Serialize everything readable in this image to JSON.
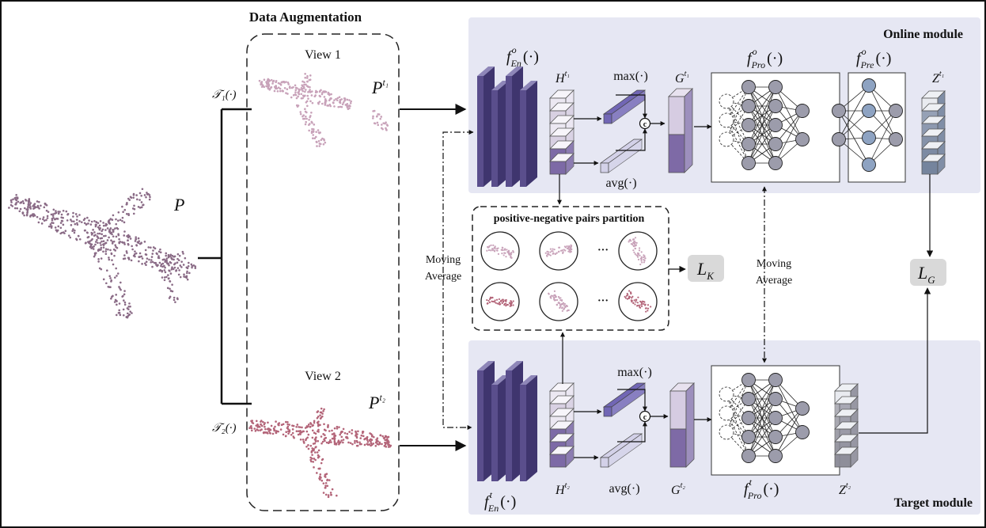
{
  "labels": {
    "data_augmentation": "Data Augmentation",
    "view1": "View 1",
    "view2": "View 2",
    "online_module": "Online module",
    "target_module": "Target module",
    "pairs_partition": "positive-negative pairs partition",
    "moving_average_line1": "Moving",
    "moving_average_line2": "Average",
    "max_op": "max(·)",
    "avg_op": "avg(·)",
    "ellipsis": "···",
    "concat_symbol": "c"
  },
  "symbols": {
    "P": "P",
    "P_t1": {
      "base": "P",
      "sup": "t₁"
    },
    "P_t2": {
      "base": "P",
      "sup": "t₂"
    },
    "T1": "𝒯₁(·)",
    "T2": "𝒯₂(·)",
    "f_en_o": {
      "base": "f",
      "sup": "o",
      "sub": "En",
      "arg": "(·)"
    },
    "f_pro_o": {
      "base": "f",
      "sup": "o",
      "sub": "Pro",
      "arg": "(·)"
    },
    "f_pre_o": {
      "base": "f",
      "sup": "o",
      "sub": "Pre",
      "arg": "(·)"
    },
    "f_en_t": {
      "base": "f",
      "sup": "t",
      "sub": "En",
      "arg": "(·)"
    },
    "f_pro_t": {
      "base": "f",
      "sup": "t",
      "sub": "Pro",
      "arg": "(·)"
    },
    "H_t1": {
      "base": "H",
      "sup": "t₁"
    },
    "H_t2": {
      "base": "H",
      "sup": "t₂"
    },
    "G_t1": {
      "base": "G",
      "sup": "t₁"
    },
    "G_t2": {
      "base": "G",
      "sup": "t₂"
    },
    "Z_t1": {
      "base": "Z",
      "sup": "t₁"
    },
    "Z_t2": {
      "base": "Z",
      "sup": "t₂"
    },
    "L_K": {
      "base": "L",
      "sub": "K"
    },
    "L_G": {
      "base": "L",
      "sub": "G"
    }
  },
  "colors": {
    "module_bg": "#e6e7f3",
    "encoder_front": "#5a4e8c",
    "encoder_side": "#3f356e",
    "encoder_top": "#8e86b8",
    "feat_light": "#ece8f2",
    "feat_mid": "#d8d0e2",
    "feat_dark": "#7d6aa6",
    "max_bar": "#7166b5",
    "avg_bar": "#d3d1e8",
    "g_top": "#d6cce2",
    "g_bottom": "#7e6aa6",
    "z_online": "#6f7f99",
    "z_target": "#8a8a96",
    "node": "#9c9cab",
    "node_blue": "#8ea3c2",
    "loss_bg": "#d9d9d9",
    "point_purple": "#8a6b86",
    "point_pink": "#c8a2b9",
    "point_red": "#b36478"
  }
}
